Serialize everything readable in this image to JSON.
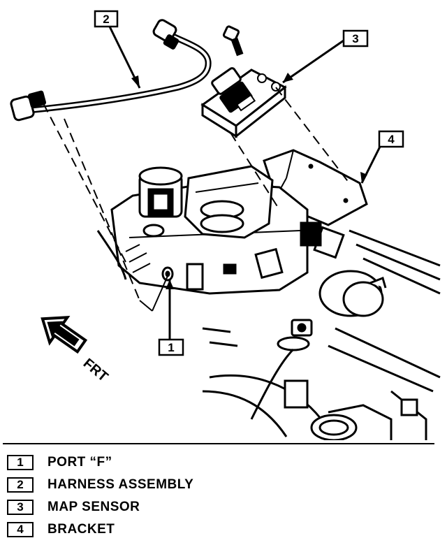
{
  "callouts": [
    {
      "number": "1"
    },
    {
      "number": "2"
    },
    {
      "number": "3"
    },
    {
      "number": "4"
    }
  ],
  "direction_label": "FRT",
  "legend": [
    {
      "number": "1",
      "text": "PORT “F”"
    },
    {
      "number": "2",
      "text": "HARNESS ASSEMBLY"
    },
    {
      "number": "3",
      "text": "MAP SENSOR"
    },
    {
      "number": "4",
      "text": "BRACKET"
    }
  ]
}
